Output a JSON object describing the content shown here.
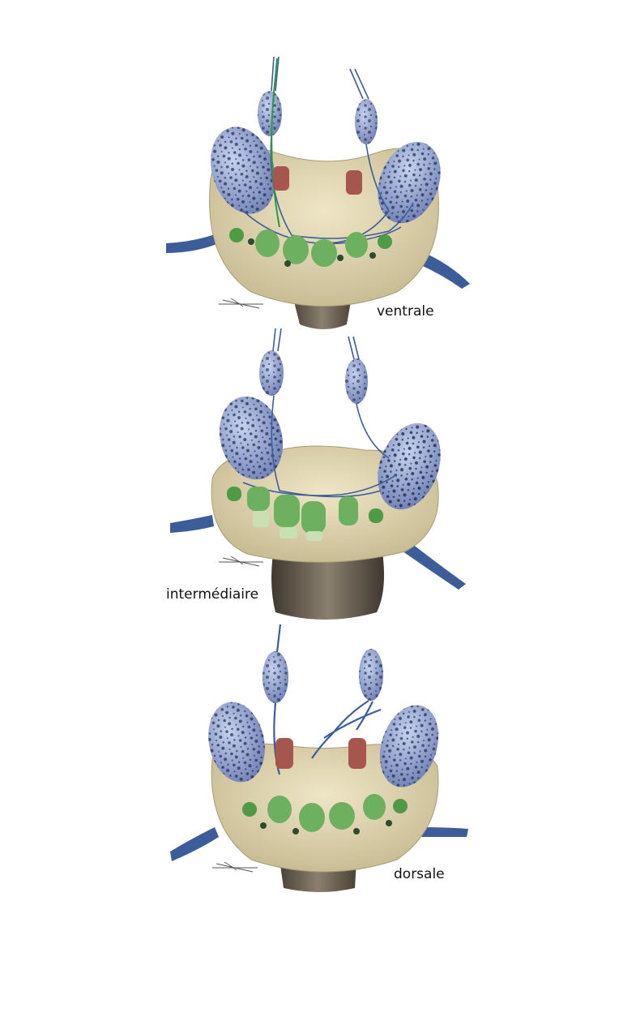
{
  "panels": [
    {
      "label": "ventrale"
    },
    {
      "label": "intermédiaire"
    },
    {
      "label": "dorsale"
    }
  ],
  "colors": {
    "background": "#ffffff",
    "tissue_base": "#e3d9b6",
    "tissue_shadow": "#b9ad86",
    "column_dark": "#4e463b",
    "column_light": "#8b8070",
    "ganglion": "#9fb0dc",
    "ganglion_dark": "#23324e",
    "nerve": "#3d5d9a",
    "nerve_light": "#aab6cc",
    "nucleus_green": "#6db060",
    "nucleus_green_dark": "#2f6a2d",
    "nucleus_pale": "#c8e0b2",
    "nucleus_red": "#a6554f",
    "fiber_green": "#2e9a3d",
    "scale_mark": "#555555"
  },
  "icons": [
    "ganglion-icon",
    "nerve-bundle-icon",
    "orientation-arrow-icon"
  ]
}
